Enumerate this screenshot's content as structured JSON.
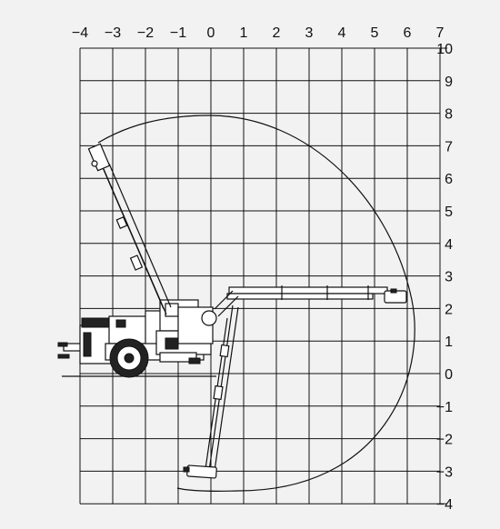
{
  "x_axis": {
    "ticks": [
      "−4",
      "−3",
      "−2",
      "−1",
      "0",
      "1",
      "2",
      "3",
      "4",
      "5",
      "6",
      "7"
    ]
  },
  "y_axis": {
    "ticks": [
      "10",
      "9",
      "8",
      "7",
      "6",
      "5",
      "4",
      "3",
      "2",
      "1",
      "0",
      "−1",
      "−2",
      "−3",
      "−4"
    ]
  },
  "colors": {
    "background": "#f2f2f2",
    "grid": "#111111",
    "line": "#111111"
  },
  "icons": [
    "drilling-rig-icon"
  ]
}
